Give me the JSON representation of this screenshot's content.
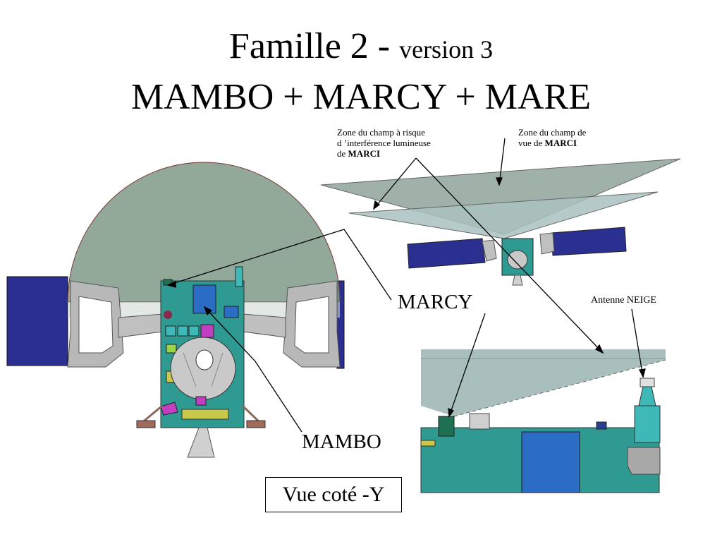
{
  "title": {
    "line1_main": "Famille 2 - ",
    "line1_version": "version 3",
    "line2": "MAMBO + MARCY + MARE"
  },
  "annotations": {
    "risk_zone": {
      "line1": "Zone du champ à risque",
      "line2": "d ’interférence lumineuse",
      "line3_prefix": "de ",
      "line3_bold": "MARCI"
    },
    "view_zone": {
      "line1": "Zone du champ de",
      "line2_prefix": "vue de ",
      "line2_bold": "MARCI"
    },
    "marcy": "MARCY",
    "mambo": "MAMBO",
    "antenna": "Antenne NEIGE",
    "view_side": "Vue coté -Y"
  },
  "colors": {
    "field_gray": "#7f9a88",
    "field_teal": "#9fb8b6",
    "solar_panel": "#2b2f8f",
    "body_teal": "#2e9a92",
    "dark_green": "#1f6f52",
    "instrument_blue": "#2b6cc4",
    "magenta": "#c23fc2",
    "yellow": "#c8c84a"
  }
}
